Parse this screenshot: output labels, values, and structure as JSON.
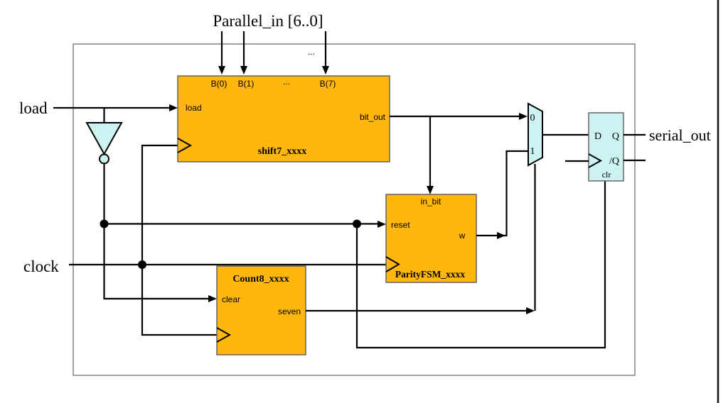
{
  "diagram": {
    "title": "Parallel_in [6..0]",
    "ellipsis": "...",
    "external_labels": {
      "load": "load",
      "clock": "clock",
      "serial_out": "serial_out"
    },
    "shift_register": {
      "name": "shift7_xxxx",
      "pins": {
        "b0": "B(0)",
        "b1": "B(1)",
        "b7": "B(7)",
        "load": "load",
        "bit_out": "bit_out"
      }
    },
    "parity_fsm": {
      "name": "ParityFSM_xxxx",
      "pins": {
        "in_bit": "in_bit",
        "reset": "reset",
        "w": "w"
      }
    },
    "counter": {
      "name": "Count8_xxxx",
      "pins": {
        "clear": "clear",
        "seven": "seven"
      }
    },
    "mux": {
      "input0": "0",
      "input1": "1"
    },
    "flip_flop": {
      "pins": {
        "d": "D",
        "q": "Q",
        "q_bar": "/Q",
        "clr": "clr"
      }
    },
    "colors": {
      "block_fill": "#FFB60D",
      "gate_fill": "#CCF2F2",
      "wire": "#000000",
      "frame": "#787878",
      "page_edge": "#1a1a1a"
    }
  }
}
